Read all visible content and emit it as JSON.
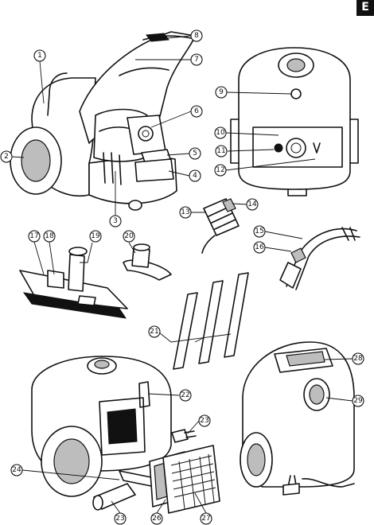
{
  "page": {
    "tab_letter": "E"
  },
  "callouts": [
    {
      "id": "1",
      "label": "1"
    },
    {
      "id": "2",
      "label": "2"
    },
    {
      "id": "3",
      "label": "3"
    },
    {
      "id": "4",
      "label": "4"
    },
    {
      "id": "5",
      "label": "5"
    },
    {
      "id": "6",
      "label": "6"
    },
    {
      "id": "7",
      "label": "7"
    },
    {
      "id": "8",
      "label": "8"
    },
    {
      "id": "9",
      "label": "9"
    },
    {
      "id": "10",
      "label": "10"
    },
    {
      "id": "11",
      "label": "11"
    },
    {
      "id": "12",
      "label": "12"
    },
    {
      "id": "13",
      "label": "13"
    },
    {
      "id": "14",
      "label": "14"
    },
    {
      "id": "15",
      "label": "15"
    },
    {
      "id": "16",
      "label": "16"
    },
    {
      "id": "17",
      "label": "17"
    },
    {
      "id": "18",
      "label": "18"
    },
    {
      "id": "19",
      "label": "19"
    },
    {
      "id": "20",
      "label": "20"
    },
    {
      "id": "21",
      "label": "21"
    },
    {
      "id": "22",
      "label": "22"
    },
    {
      "id": "23a",
      "label": "23"
    },
    {
      "id": "24",
      "label": "24"
    },
    {
      "id": "23b",
      "label": "23"
    },
    {
      "id": "26",
      "label": "26"
    },
    {
      "id": "27",
      "label": "27"
    },
    {
      "id": "28",
      "label": "28"
    },
    {
      "id": "29",
      "label": "29"
    }
  ]
}
